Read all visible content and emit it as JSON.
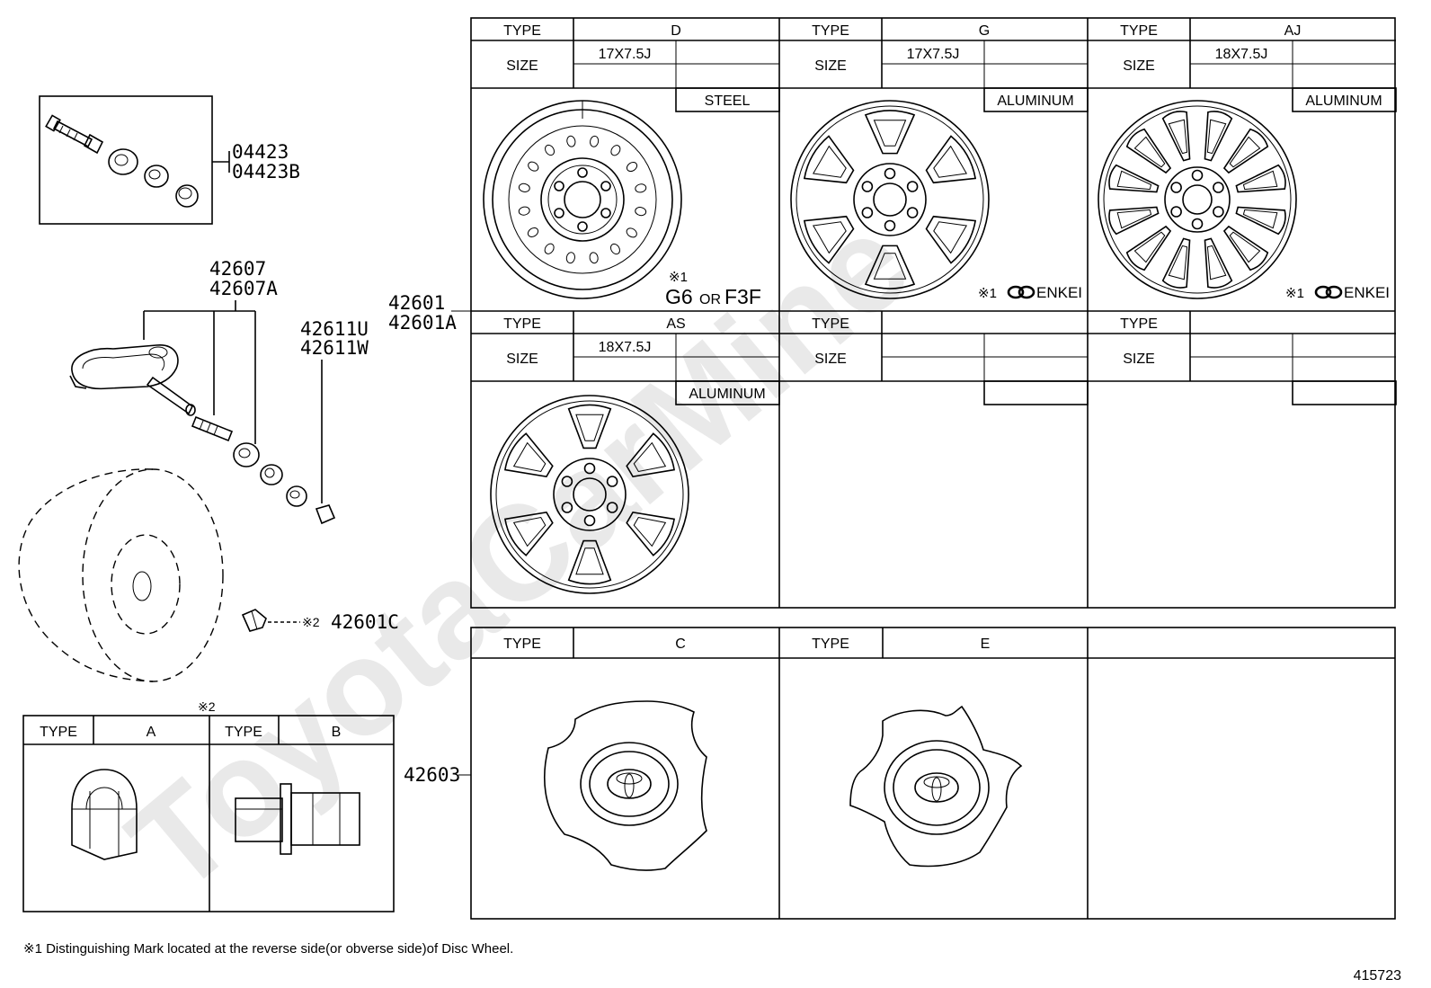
{
  "watermark": "ToyotaCarMine",
  "labels": {
    "type": "TYPE",
    "size": "SIZE"
  },
  "valve_kit": {
    "pn1": "04423",
    "pn2": "04423B"
  },
  "sensor": {
    "pn1": "42607",
    "pn2": "42607A",
    "pn3": "42611U",
    "pn4": "42611W"
  },
  "disc_wheel": {
    "pn1": "42601",
    "pn2": "42601A"
  },
  "hub_nut": {
    "mark": "※2",
    "pn": "42601C"
  },
  "nut_table": {
    "mark": "※2",
    "types": [
      "A",
      "B"
    ]
  },
  "ornament": {
    "pn": "42603"
  },
  "wheel_table": {
    "cells": [
      {
        "type": "D",
        "size": "17X7.5J",
        "material": "STEEL",
        "mark": "※1",
        "mark_text": "G6",
        "mark_or": "OR",
        "mark_text2": "F3F"
      },
      {
        "type": "G",
        "size": "17X7.5J",
        "material": "ALUMINUM",
        "mark": "※1",
        "mark_brand": "ENKEI"
      },
      {
        "type": "AJ",
        "size": "18X7.5J",
        "material": "ALUMINUM",
        "mark": "※1",
        "mark_brand": "ENKEI"
      },
      {
        "type": "AS",
        "size": "18X7.5J",
        "material": "ALUMINUM"
      },
      {
        "type": "",
        "size": "",
        "material": ""
      },
      {
        "type": "",
        "size": "",
        "material": ""
      }
    ]
  },
  "cap_table": {
    "types": [
      "C",
      "E"
    ]
  },
  "footnote": "※1 Distinguishing Mark located at the reverse side(or obverse side)of Disc Wheel.",
  "illustration_id": "415723"
}
